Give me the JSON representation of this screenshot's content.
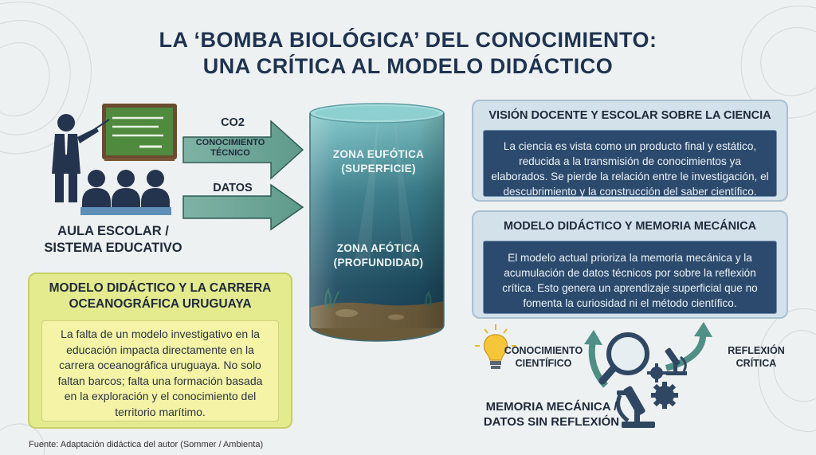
{
  "title": {
    "line1": "LA ‘BOMBA BIOLÓGICA’ DEL CONOCIMIENTO:",
    "line2": "UNA CRÍTICA AL MODELO DIDÁCTICO"
  },
  "classroom": {
    "label_line1": "AULA ESCOLAR /",
    "label_line2": "SISTEMA EDUCATIVO"
  },
  "arrows": {
    "co2": "CO2",
    "knowledge_line1": "CONOCIMIENTO",
    "knowledge_line2": "TÉCNICO",
    "data": "DATOS"
  },
  "cylinder": {
    "euphotic_line1": "ZONA EUFÓTICA",
    "euphotic_line2": "(SUPERFICIE)",
    "aphotic_line1": "ZONA AFÓTICA",
    "aphotic_line2": "(PROFUNDIDAD)"
  },
  "box_uruguay": {
    "header_line1": "MODELO DIDÁCTICO Y LA CARRERA",
    "header_line2": "OCEANOGRÁFICA URUGUAYA",
    "body": "La falta de un modelo investigativo en la educación impacta directamente en la carrera oceanográfica uruguaya. No solo faltan barcos; falta una formación basada en la exploración y el conocimiento del territorio marítimo."
  },
  "box_vision": {
    "header": "VISIÓN DOCENTE Y ESCOLAR SOBRE LA CIENCIA",
    "body": "La ciencia es vista como un producto final y estático, reducida a la transmisión de conocimientos ya elaborados. Se pierde la relación entre le investigación, el descubrimiento y la construcción del saber científico."
  },
  "box_memoria": {
    "header": "MODELO DIDÁCTICO Y MEMORIA MECÁNICA",
    "body": "El modelo actual prioriza la memoria mecánica y la acumulación de datos técnicos por sobre la reflexión crítica. Esto genera un aprendizaje superficial que no fomenta la curiosidad ni el método científico."
  },
  "icons": {
    "conocimiento_line1": "CONOCIMIENTO",
    "conocimiento_line2": "CIENTÍFICO",
    "reflexion_line1": "REFLEXIÓN",
    "reflexion_line2": "CRÍTICA",
    "memoria_line1": "MEMORIA MECÁNICA /",
    "memoria_line2": "DATOS SIN REFLEXIÓN"
  },
  "footer": "Fuente: Adaptación didáctica del autor (Sommer / Ambienta)",
  "colors": {
    "navy": "#1e3350",
    "box_yellow": "#e4ea8e",
    "box_blue": "#d3e1ea",
    "inner_blue": "#2c4a6d",
    "arrow_green": "#5e9a8a"
  }
}
